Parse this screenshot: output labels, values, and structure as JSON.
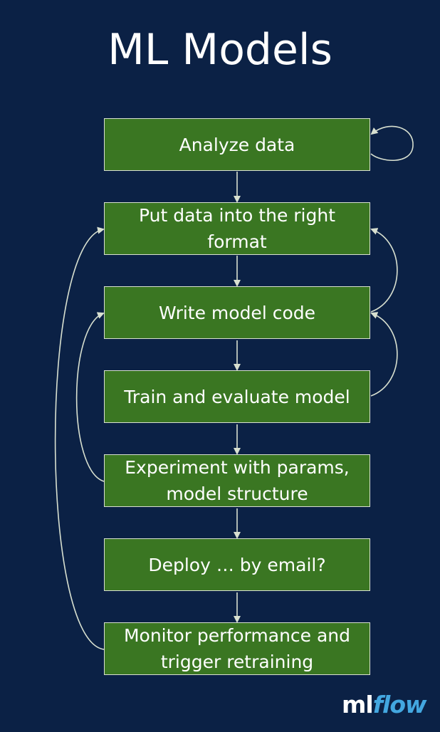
{
  "title": "ML Models",
  "steps": [
    "Analyze data",
    "Put data into the right format",
    "Write model code",
    "Train and evaluate model",
    "Experiment with params, model structure",
    "Deploy … by email?",
    "Monitor performance and trigger retraining"
  ],
  "logo": {
    "part1": "ml",
    "part2": "flow"
  },
  "colors": {
    "background": "#0b2145",
    "box": "#3a7622",
    "arrow": "#d8e0d0"
  }
}
